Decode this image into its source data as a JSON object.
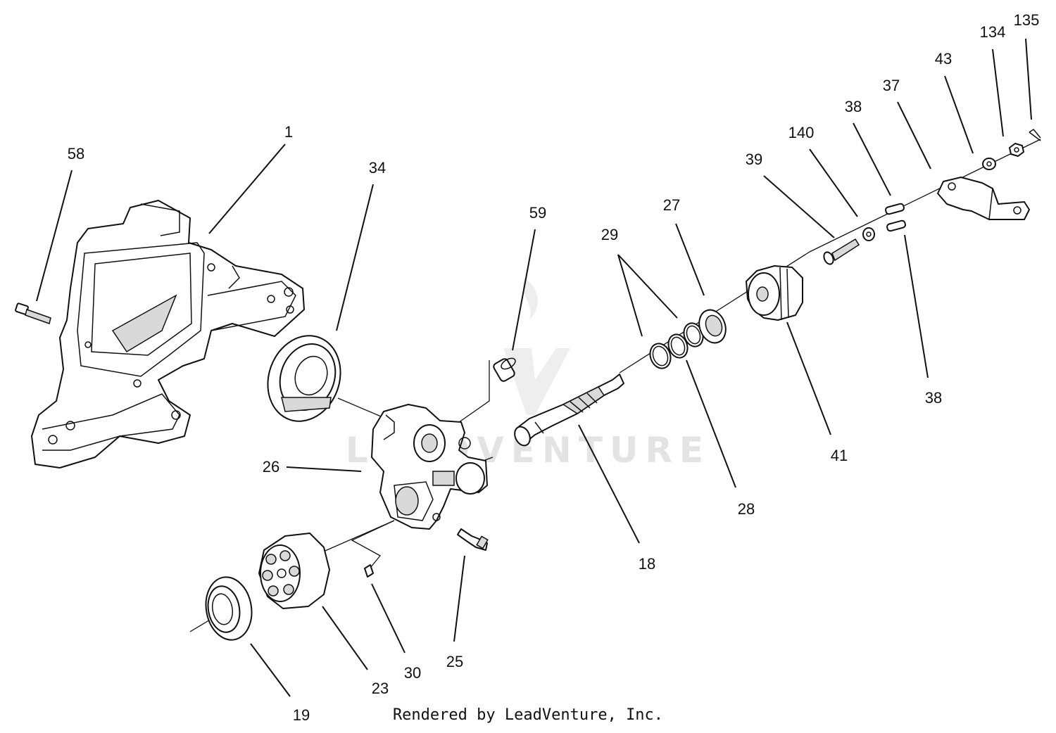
{
  "watermark": {
    "text": "LEADVENTURE"
  },
  "credit": "Rendered by LeadVenture, Inc.",
  "callouts": [
    {
      "id": "58",
      "label": "58"
    },
    {
      "id": "1",
      "label": "1"
    },
    {
      "id": "34",
      "label": "34"
    },
    {
      "id": "59",
      "label": "59"
    },
    {
      "id": "29",
      "label": "29"
    },
    {
      "id": "27",
      "label": "27"
    },
    {
      "id": "39",
      "label": "39"
    },
    {
      "id": "140",
      "label": "140"
    },
    {
      "id": "38a",
      "label": "38"
    },
    {
      "id": "37",
      "label": "37"
    },
    {
      "id": "43",
      "label": "43"
    },
    {
      "id": "134",
      "label": "134"
    },
    {
      "id": "135",
      "label": "135"
    },
    {
      "id": "26",
      "label": "26"
    },
    {
      "id": "18",
      "label": "18"
    },
    {
      "id": "28",
      "label": "28"
    },
    {
      "id": "41",
      "label": "41"
    },
    {
      "id": "38b",
      "label": "38"
    },
    {
      "id": "25",
      "label": "25"
    },
    {
      "id": "30",
      "label": "30"
    },
    {
      "id": "23",
      "label": "23"
    },
    {
      "id": "19",
      "label": "19"
    }
  ]
}
